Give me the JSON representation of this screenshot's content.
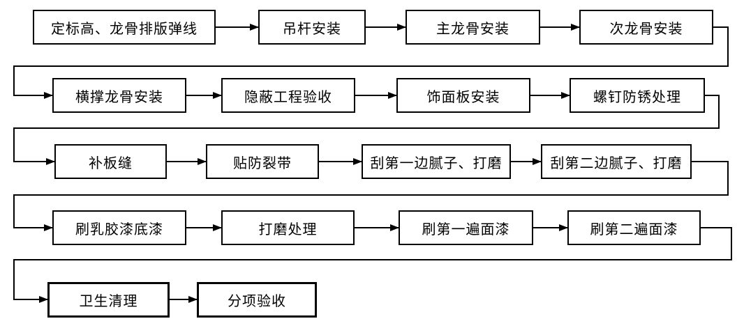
{
  "diagram": {
    "type": "flowchart",
    "flow_order": "left-to-right, serpentine top-to-bottom",
    "steps": [
      "定标高、龙骨排版弹线",
      "吊杆安装",
      "主龙骨安装",
      "次龙骨安装",
      "横撑龙骨安装",
      "隐蔽工程验收",
      "饰面板安装",
      "螺钉防锈处理",
      "补板缝",
      "贴防裂带",
      "刮第一边腻子、打磨",
      "刮第二边腻子、打磨",
      "刷乳胶漆底漆",
      "打磨处理",
      "刷第一遍面漆",
      "刷第二遍面漆",
      "卫生清理",
      "分项验收"
    ],
    "colors": {
      "background": "#ffffff",
      "box_fill": "#ffffff",
      "box_border": "#000000",
      "text": "#000000",
      "connector": "#000000"
    }
  }
}
